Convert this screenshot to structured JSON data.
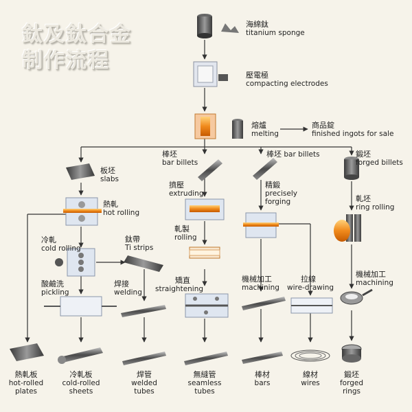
{
  "title": {
    "line1": "鈦及鈦合金",
    "line2": "制作流程"
  },
  "steps": {
    "sponge": {
      "zh": "海綿鈦",
      "en": "titanium sponge"
    },
    "compacting": {
      "zh": "壓電極",
      "en": "compacting electrodes"
    },
    "melting": {
      "zh": "熔爐",
      "en": "melting"
    },
    "ingots": {
      "zh": "商品錠",
      "en": "finished ingots for sale"
    },
    "slabs": {
      "zh": "板坯",
      "en": "slabs"
    },
    "hot_rolling": {
      "zh": "熱軋",
      "en": "hot rolling"
    },
    "bar_billets1": {
      "zh": "棒坯",
      "en": "bar billets"
    },
    "extruding": {
      "zh": "擠壓",
      "en": "extruding"
    },
    "rolling": {
      "zh": "軋製",
      "en": "rolling"
    },
    "straightening": {
      "zh": "矯直",
      "en": "straightening"
    },
    "bar_billets2": {
      "zh": "棒坯",
      "en": "bar billets"
    },
    "forging": {
      "zh": "精鍛",
      "en1": "precisely",
      "en2": "forging"
    },
    "machining1": {
      "zh": "機械加工",
      "en": "machining"
    },
    "wire_drawing": {
      "zh": "拉線",
      "en": "wire-drawing"
    },
    "forged_billets": {
      "zh": "鍛坯",
      "en": "forged billets"
    },
    "ring_rolling": {
      "zh": "軋坯",
      "en": "ring rolling"
    },
    "machining2": {
      "zh": "機械加工",
      "en": "machining"
    },
    "cold_rolling": {
      "zh": "冷軋",
      "en": "cold rolling"
    },
    "ti_strips": {
      "zh": "鈦帶",
      "en": "Ti strips"
    },
    "pickling": {
      "zh": "酸鹼洗",
      "en": "pickling"
    },
    "welding": {
      "zh": "焊接",
      "en": "welding"
    }
  },
  "products": [
    {
      "zh": "熱軋板",
      "en1": "hot-rolled",
      "en2": "plates"
    },
    {
      "zh": "冷軋板",
      "en1": "cold-rolled",
      "en2": "sheets"
    },
    {
      "zh": "焊管",
      "en1": "welded",
      "en2": "tubes"
    },
    {
      "zh": "無縫管",
      "en1": "seamless",
      "en2": "tubes"
    },
    {
      "zh": "棒材",
      "en1": "bars",
      "en2": ""
    },
    {
      "zh": "線材",
      "en1": "wires",
      "en2": ""
    },
    {
      "zh": "鍛坯",
      "en1": "forged",
      "en2": "rings"
    }
  ],
  "colors": {
    "line": "#333333",
    "metal": "#6f6f6f",
    "hot": "#f08a1c",
    "machine": "#cfd8e6"
  }
}
